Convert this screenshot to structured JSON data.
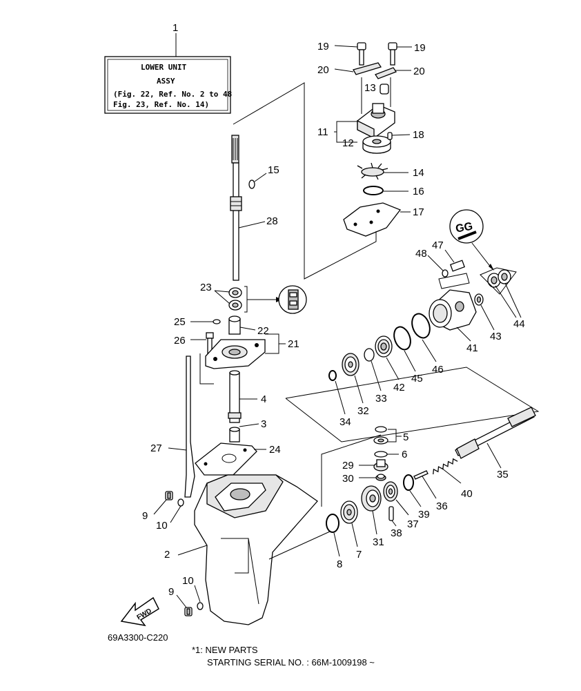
{
  "assembly_box": {
    "ref": "1",
    "line1": "LOWER UNIT",
    "line2": "ASSY",
    "line3": "(Fig. 22, Ref. No. 2 to 48",
    "line4": " Fig. 23, Ref. No. 14)"
  },
  "callouts": {
    "c19a": "19",
    "c19b": "19",
    "c20a": "20",
    "c20b": "20",
    "c13": "13",
    "c11": "11",
    "c12": "12",
    "c18": "18",
    "c14": "14",
    "c16": "16",
    "c17": "17",
    "c15": "15",
    "c28": "28",
    "c23": "23",
    "c25": "25",
    "c22": "22",
    "c26": "26",
    "c21": "21",
    "c4": "4",
    "c3": "3",
    "c27": "27",
    "c24": "24",
    "c9a": "9",
    "c10a": "10",
    "c2": "2",
    "c10b": "10",
    "c9b": "9",
    "c47": "47",
    "c48": "48",
    "c44": "44",
    "c43": "43",
    "c41": "41",
    "c46": "46",
    "c45": "45",
    "c42": "42",
    "c33": "33",
    "c32": "32",
    "c34": "34",
    "c5": "5",
    "c6": "6",
    "c29": "29",
    "c30": "30",
    "c35": "35",
    "c40": "40",
    "c36": "36",
    "c39": "39",
    "c37": "37",
    "c38": "38",
    "c31": "31",
    "c7": "7",
    "c8": "8"
  },
  "fwd_label": "FWD",
  "diagram_code": "69A3300-C220",
  "footnote_line1": "*1: NEW PARTS",
  "footnote_line2": "STARTING SERIAL NO. : 66M-1009198 ~"
}
